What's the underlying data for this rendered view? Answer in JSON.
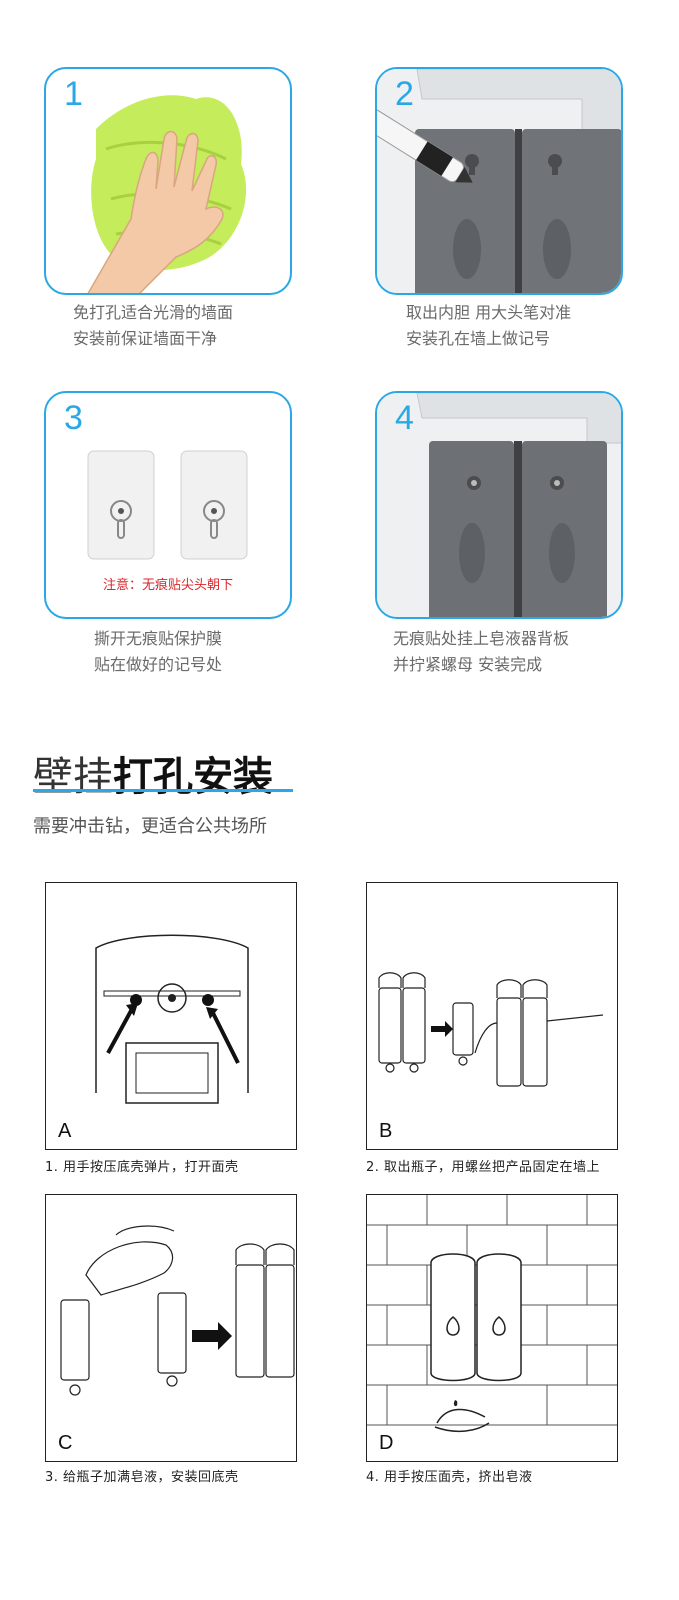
{
  "steps": [
    {
      "num": "1",
      "lines": [
        "免打孔适合光滑的墙面",
        "安装前保证墙面干净"
      ]
    },
    {
      "num": "2",
      "lines": [
        "取出内胆 用大头笔对准",
        "安装孔在墙上做记号"
      ]
    },
    {
      "num": "3",
      "note": "注意：无痕贴尖头朝下",
      "lines": [
        "撕开无痕贴保护膜",
        "贴在做好的记号处"
      ]
    },
    {
      "num": "4",
      "lines": [
        "无痕贴处挂上皂液器背板",
        "并拧紧螺母  安装完成"
      ]
    }
  ],
  "section": {
    "title_light": "壁挂",
    "title_bold": "打孔安装",
    "subtitle": "需要冲击钻，更适合公共场所"
  },
  "diagrams": [
    {
      "letter": "A",
      "caption": "1. 用手按压底壳弹片，打开面壳"
    },
    {
      "letter": "B",
      "caption": "2. 取出瓶子，用螺丝把产品固定在墙上"
    },
    {
      "letter": "C",
      "caption": "3. 给瓶子加满皂液，安装回底壳"
    },
    {
      "letter": "D",
      "caption": "4. 用手按压面壳，挤出皂液"
    }
  ],
  "colors": {
    "accent": "#2aa8e6",
    "note_red": "#d9262b",
    "cloth_green": "#c5ec5a"
  }
}
